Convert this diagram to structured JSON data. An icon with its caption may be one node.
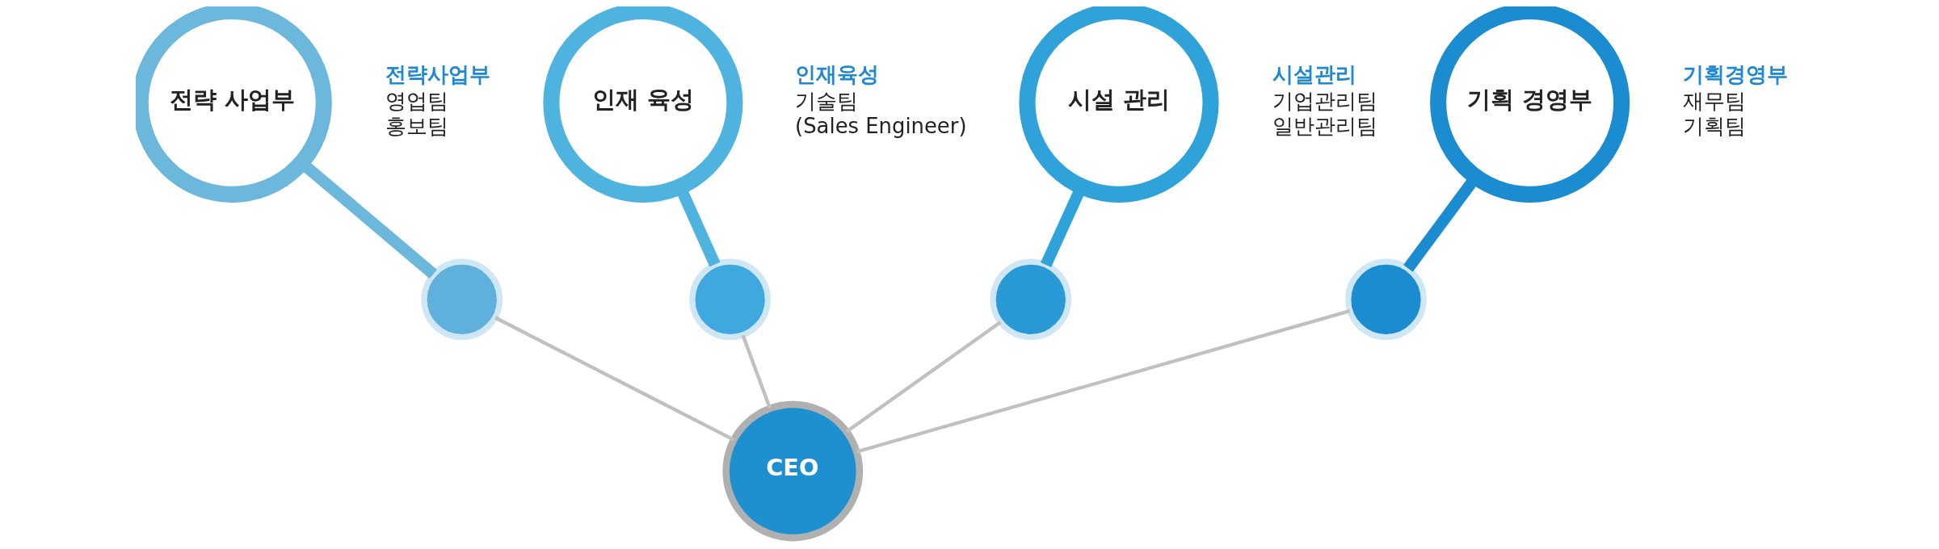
{
  "diagram": {
    "nodes": [
      {
        "text": [
          "CEO"
        ]
      },
      {
        "text": [
          "전략 사업부"
        ],
        "beside": [
          "전략사업부",
          "영업팀",
          "홍보팀"
        ]
      },
      {
        "text": [],
        "shape": "circle"
      },
      {
        "text": [
          "인재 육성"
        ],
        "beside": [
          "인재육성",
          "기술팀",
          "(Sales Engineer)"
        ]
      },
      {
        "text": [],
        "shape": "circle"
      },
      {
        "text": [
          "시설 관리"
        ],
        "beside": [
          "시설관리",
          "기업관리팀",
          "일반관리팀"
        ]
      },
      {
        "text": [],
        "shape": "circle"
      },
      {
        "text": [
          "기획 경영부"
        ],
        "beside": [
          "기획경영부",
          "재무팀",
          "기획팀"
        ]
      },
      {
        "text": [],
        "shape": "circle"
      }
    ],
    "edges": [
      {
        "from": 0,
        "to": 2,
        "arrow": "none"
      },
      {
        "from": 0,
        "to": 4,
        "arrow": "none"
      },
      {
        "from": 0,
        "to": 6,
        "arrow": "none"
      },
      {
        "from": 0,
        "to": 8,
        "arrow": "none"
      },
      {
        "from": 2,
        "to": 1,
        "arrow": "none",
        "style": "thick",
        "color": "#6cb8dc"
      },
      {
        "from": 4,
        "to": 3,
        "arrow": "none",
        "style": "thick",
        "color": "#4fb3e0"
      },
      {
        "from": 6,
        "to": 5,
        "arrow": "none",
        "style": "thick",
        "color": "#2fa3d9"
      },
      {
        "from": 8,
        "to": 7,
        "arrow": "none",
        "style": "thick",
        "color": "#1a8ccf"
      }
    ]
  }
}
